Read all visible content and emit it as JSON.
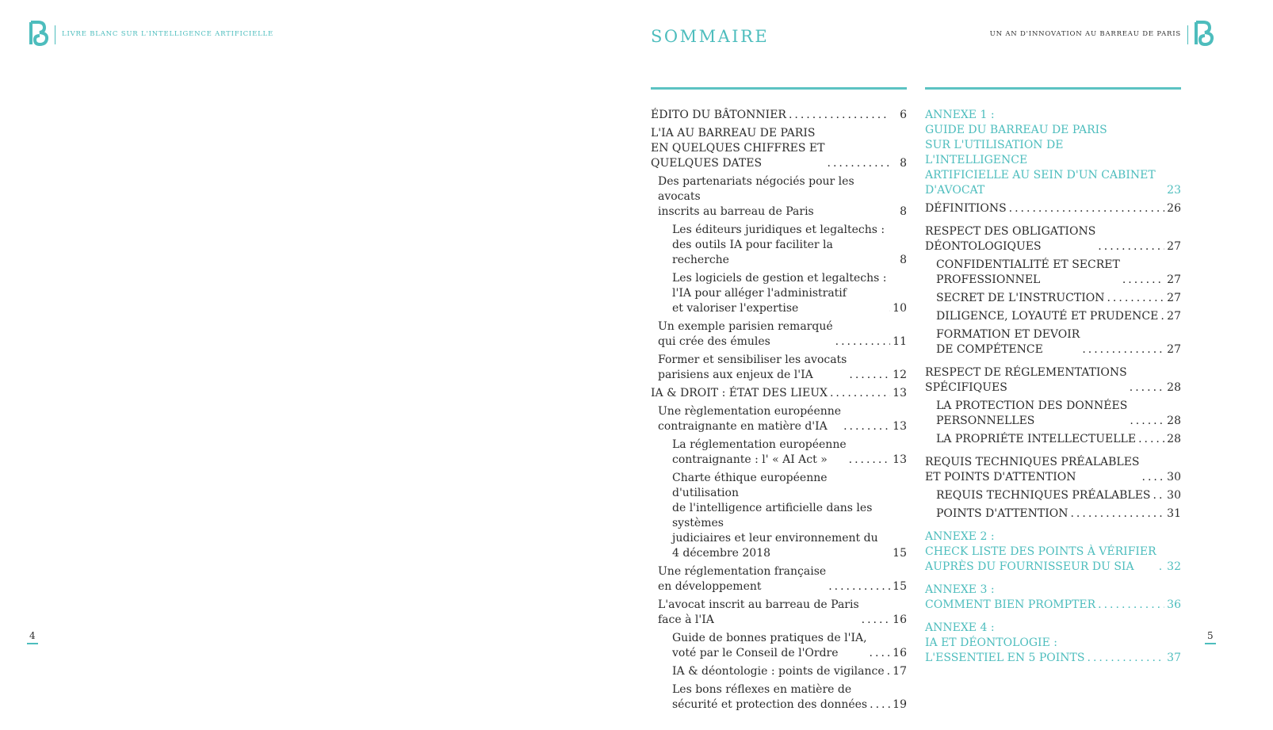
{
  "header": {
    "left_running_title": "Livre blanc sur l'intelligence artificielle",
    "right_running_title": "Un an d'innovation au barreau de Paris",
    "page_title": "SOMMAIRE"
  },
  "page_numbers": {
    "left": "4",
    "right": "5"
  },
  "colors": {
    "accent": "#4dbdbd"
  },
  "toc": {
    "left_column": [
      {
        "text": "ÉDITO DU BÂTONNIER",
        "page": "6",
        "level": 0
      },
      {
        "text": "L'IA AU BARREAU DE PARIS\nEN QUELQUES CHIFFRES ET\nQUELQUES DATES",
        "page": "8",
        "level": 0
      },
      {
        "text": "Des partenariats négociés pour les avocats\ninscrits au barreau de Paris",
        "page": "8",
        "level": 1
      },
      {
        "text": "Les éditeurs juridiques et legaltechs :\ndes outils IA pour faciliter la recherche",
        "page": "8",
        "level": 2
      },
      {
        "text": "Les logiciels de gestion et legaltechs :\nl'IA pour alléger l'administratif\net valoriser l'expertise",
        "page": "10",
        "level": 2
      },
      {
        "text": "Un exemple parisien remarqué\nqui crée des émules",
        "page": "11",
        "level": 1
      },
      {
        "text": "Former et sensibiliser les avocats\nparisiens aux enjeux de l'IA",
        "page": "12",
        "level": 1
      },
      {
        "text": "IA & DROIT : ÉTAT DES LIEUX",
        "page": "13",
        "level": 0
      },
      {
        "text": "Une règlementation européenne\ncontraignante en matière d'IA",
        "page": "13",
        "level": 1
      },
      {
        "text": "La réglementation européenne\ncontraignante : l' « AI Act »",
        "page": "13",
        "level": 2
      },
      {
        "text": "Charte éthique européenne d'utilisation\nde l'intelligence artificielle dans les systèmes\njudiciaires et leur environnement du\n4 décembre 2018",
        "page": "15",
        "level": 2
      },
      {
        "text": "Une réglementation française\nen développement",
        "page": "15",
        "level": 1
      },
      {
        "text": "L'avocat inscrit au barreau de Paris\nface à l'IA",
        "page": "16",
        "level": 1
      },
      {
        "text": "Guide de bonnes pratiques de l'IA,\nvoté par le Conseil de l'Ordre",
        "page": "16",
        "level": 2
      },
      {
        "text": "IA & déontologie : points de vigilance",
        "page": "17",
        "level": 2
      },
      {
        "text": "Les bons réflexes en matière de\nsécurité et protection des données",
        "page": "19",
        "level": 2
      }
    ],
    "right_column": [
      {
        "text": "ANNEXE 1 :\nGUIDE DU BARREAU DE PARIS\nSUR L'UTILISATION DE L'INTELLIGENCE\nARTIFICIELLE AU SEIN D'UN CABINET\nD'AVOCAT",
        "page": "23",
        "level": 0,
        "accent": true
      },
      {
        "text": "DÉFINITIONS",
        "page": "26",
        "level": 0
      },
      {
        "text": "RESPECT DES OBLIGATIONS\nDÉONTOLOGIQUES",
        "page": "27",
        "level": 0,
        "gap": true
      },
      {
        "text": "CONFIDENTIALITÉ ET SECRET\nPROFESSIONNEL",
        "page": "27",
        "level": 1
      },
      {
        "text": "SECRET DE L'INSTRUCTION",
        "page": "27",
        "level": 1
      },
      {
        "text": "DILIGENCE, LOYAUTÉ ET PRUDENCE",
        "page": "27",
        "level": 1
      },
      {
        "text": "FORMATION ET DEVOIR\nDE COMPÉTENCE",
        "page": "27",
        "level": 1
      },
      {
        "text": "RESPECT DE RÉGLEMENTATIONS\nSPÉCIFIQUES",
        "page": "28",
        "level": 0,
        "gap": true
      },
      {
        "text": "LA PROTECTION DES DONNÉES\nPERSONNELLES",
        "page": "28",
        "level": 1
      },
      {
        "text": "LA PROPRIÉTE INTELLECTUELLE",
        "page": "28",
        "level": 1
      },
      {
        "text": "REQUIS TECHNIQUES PRÉALABLES\nET POINTS D'ATTENTION",
        "page": "30",
        "level": 0,
        "gap": true
      },
      {
        "text": "REQUIS TECHNIQUES PRÉALABLES",
        "page": "30",
        "level": 1
      },
      {
        "text": "POINTS D'ATTENTION",
        "page": "31",
        "level": 1
      },
      {
        "text": "ANNEXE 2 :\nCHECK LISTE DES POINTS À VÉRIFIER\nAUPRÈS DU FOURNISSEUR DU SIA",
        "page": "32",
        "level": 0,
        "accent": true,
        "gap": true
      },
      {
        "text": "ANNEXE 3 :\nCOMMENT BIEN PROMPTER",
        "page": "36",
        "level": 0,
        "accent": true,
        "gap": true
      },
      {
        "text": "ANNEXE 4 :\nIA ET DÉONTOLOGIE :\nL'ESSENTIEL EN 5 POINTS",
        "page": "37",
        "level": 0,
        "accent": true,
        "gap": true
      }
    ]
  }
}
